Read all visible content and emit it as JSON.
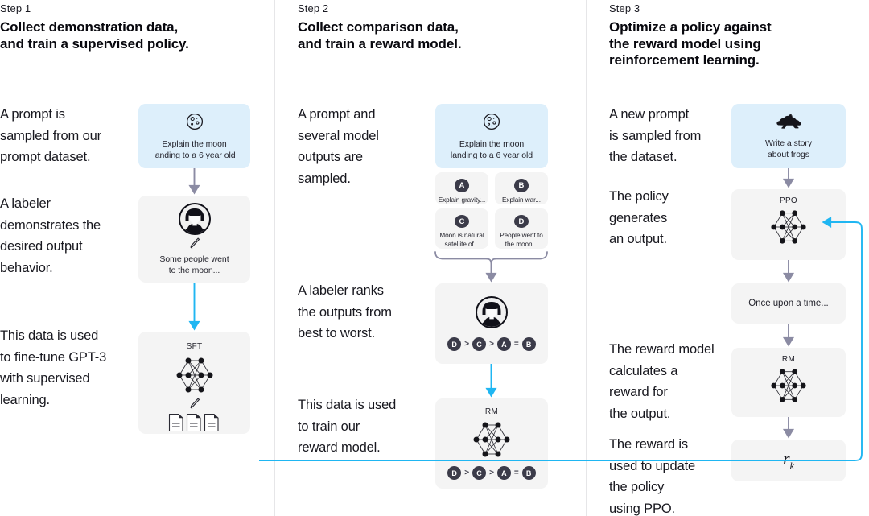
{
  "colors": {
    "card_grey": "#f4f4f4",
    "card_blue": "#ddeffb",
    "arrow_grey": "#8b8ba3",
    "arrow_cyan": "#1fb6f2",
    "badge_dark": "#3b3b49",
    "divider": "#e6e6e8",
    "text": "#18181f"
  },
  "steps": [
    {
      "label": "Step 1",
      "title": "Collect demonstration data,\nand train a supervised policy.",
      "paragraphs": [
        "A prompt is\nsampled from our\nprompt dataset.",
        "A labeler\ndemonstrates the\ndesired output\nbehavior.",
        "This data is used\nto fine-tune GPT-3\nwith supervised\nlearning."
      ],
      "cards": [
        {
          "id": "prompt-card",
          "icon": "moon-icon",
          "text": "Explain the moon\nlanding to a 6 year old"
        },
        {
          "id": "labeler-card",
          "icon": "labeler-avatar-icon",
          "secondary_icon": "pencil-icon",
          "text": "Some people went\nto the moon..."
        },
        {
          "id": "sft-card",
          "title": "SFT",
          "icon": "neural-network-icon",
          "secondary_icon": "pencil-icon",
          "tertiary_icon": "documents-icon"
        }
      ]
    },
    {
      "label": "Step 2",
      "title": "Collect comparison data,\nand train a reward model.",
      "paragraphs": [
        "A prompt and\nseveral model\noutputs are\nsampled.",
        "A labeler ranks\nthe outputs from\nbest to worst.",
        "This data is used\nto train our\nreward model."
      ],
      "cards": [
        {
          "id": "prompt-card",
          "icon": "moon-icon",
          "text": "Explain the moon\nlanding to a 6 year old"
        },
        {
          "id": "ranking-card",
          "icon": "labeler-avatar-icon",
          "ranking": [
            "D",
            ">",
            "C",
            ">",
            "A",
            "=",
            "B"
          ]
        },
        {
          "id": "rm-card",
          "title": "RM",
          "icon": "neural-network-icon",
          "ranking": [
            "D",
            ">",
            "C",
            ">",
            "A",
            "=",
            "B"
          ]
        }
      ],
      "outputs": [
        {
          "badge": "A",
          "text": "Explain gravity..."
        },
        {
          "badge": "B",
          "text": "Explain war..."
        },
        {
          "badge": "C",
          "text": "Moon is natural\nsatellite of..."
        },
        {
          "badge": "D",
          "text": "People went to\nthe moon..."
        }
      ]
    },
    {
      "label": "Step 3",
      "title": "Optimize a policy against\nthe reward model using\nreinforcement learning.",
      "paragraphs": [
        "A new prompt\nis sampled from\nthe dataset.",
        "The policy\ngenerates\nan output.",
        "The reward model\ncalculates a\nreward for\nthe output.",
        "The reward is\nused to update\nthe policy\nusing PPO."
      ],
      "cards": [
        {
          "id": "prompt-card",
          "icon": "frog-icon",
          "text": "Write a story\nabout frogs"
        },
        {
          "id": "ppo-card",
          "title": "PPO",
          "icon": "neural-network-icon"
        },
        {
          "id": "output-card",
          "text": "Once upon a time..."
        },
        {
          "id": "rm-card",
          "title": "RM",
          "icon": "neural-network-icon"
        },
        {
          "id": "reward-card",
          "formula_base": "r",
          "formula_sub": "k"
        }
      ]
    }
  ]
}
